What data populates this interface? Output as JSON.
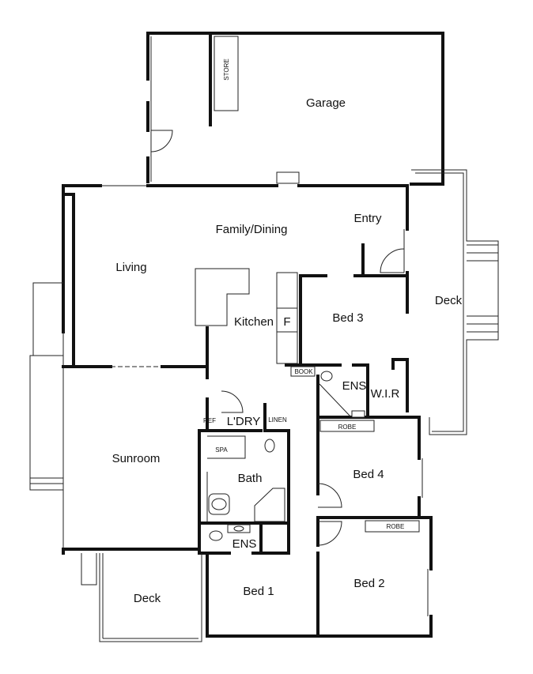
{
  "rooms": {
    "garage": "Garage",
    "store": "STORE",
    "family_dining": "Family/Dining",
    "entry": "Entry",
    "living": "Living",
    "kitchen": "Kitchen",
    "fridge": "F",
    "bed3": "Bed 3",
    "deck_east": "Deck",
    "book": "BOOK",
    "ens_bed3": "ENS",
    "wir": "W.I.R",
    "ref": "REF",
    "laundry": "L'DRY",
    "linen": "LINEN",
    "sunroom": "Sunroom",
    "spa": "SPA",
    "bath": "Bath",
    "robe_bed4": "ROBE",
    "bed4": "Bed 4",
    "robe_bed2": "ROBE",
    "ens_bed1": "ENS",
    "deck_south": "Deck",
    "bed1": "Bed 1",
    "bed2": "Bed 2"
  }
}
